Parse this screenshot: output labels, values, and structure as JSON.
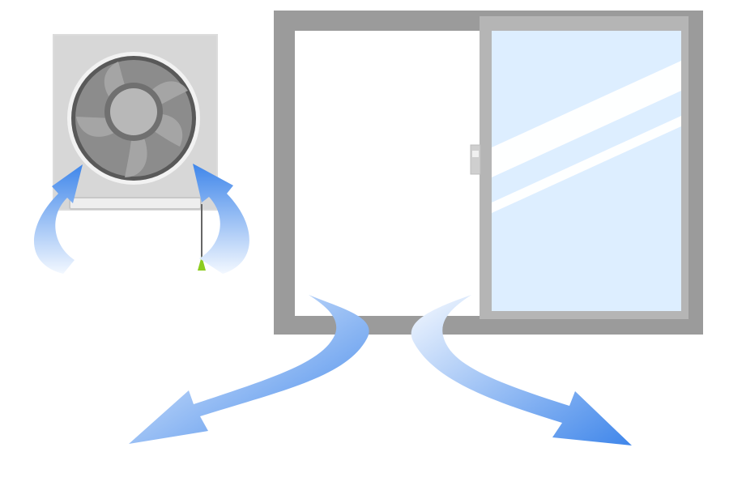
{
  "scene": {
    "background_color": "#ffffff",
    "icons": [
      "ventilation-fan-icon",
      "sliding-window-icon",
      "airflow-arrow-icon"
    ],
    "colors": {
      "fan_panel": "#d8d8d8",
      "fan_blades": "#8c8c8c",
      "fan_hub": "#b8b8b8",
      "window_frame": "#9b9b9b",
      "glass": "#ddeeff",
      "airflow_blue": "#3f86ea",
      "airflow_light": "#f2f7ff",
      "pull_cord_tip": "#7fc31c"
    },
    "window_state": "left pane open",
    "airflow": {
      "intake_arrows": 2,
      "outflow_arrows": 2
    }
  }
}
